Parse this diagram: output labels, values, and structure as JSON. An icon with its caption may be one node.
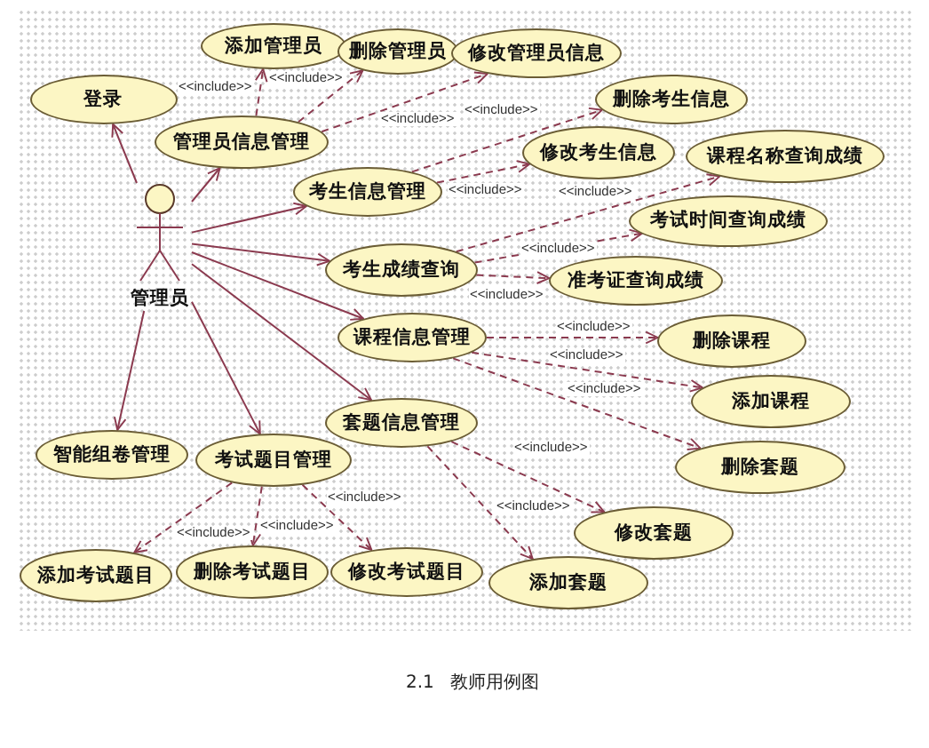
{
  "diagram": {
    "caption": "2.1 教师用例图",
    "nodes": [
      {
        "text": [
          "添加管理员"
        ]
      },
      {
        "text": [
          "删除管理员"
        ]
      },
      {
        "text": [
          "修改管理员信息"
        ]
      },
      {
        "text": [
          "删除考生信息"
        ]
      },
      {
        "text": [
          "登录"
        ]
      },
      {
        "text": [
          "管理员信息管理"
        ]
      },
      {
        "text": [
          "修改考生信息"
        ]
      },
      {
        "text": [
          "课程名称查询成绩"
        ]
      },
      {
        "text": [
          "考生信息管理"
        ]
      },
      {
        "text": [
          "考试时间查询成绩"
        ]
      },
      {
        "text": [],
        "shape": "person",
        "beside": [
          "管理员"
        ]
      },
      {
        "text": [
          "考生成绩查询"
        ]
      },
      {
        "text": [
          "准考证查询成绩"
        ]
      },
      {
        "text": [
          "课程信息管理"
        ]
      },
      {
        "text": [
          "删除课程"
        ]
      },
      {
        "text": [
          "添加课程"
        ]
      },
      {
        "text": [
          "套题信息管理"
        ]
      },
      {
        "text": [
          "智能组卷管理"
        ]
      },
      {
        "text": [
          "考试题目管理"
        ]
      },
      {
        "text": [
          "删除套题"
        ]
      },
      {
        "text": [
          "修改套题"
        ]
      },
      {
        "text": [
          "删除考试题目"
        ]
      },
      {
        "text": [
          "修改考试题目"
        ]
      },
      {
        "text": [
          "添加考试题目"
        ]
      },
      {
        "text": [
          "添加套题"
        ]
      }
    ],
    "edges": [
      {
        "from": 10,
        "to": 4,
        "arrow": "to"
      },
      {
        "from": 10,
        "to": 5,
        "arrow": "to"
      },
      {
        "from": 10,
        "to": 8,
        "arrow": "to"
      },
      {
        "from": 10,
        "to": 11,
        "arrow": "to"
      },
      {
        "from": 10,
        "to": 13,
        "arrow": "to"
      },
      {
        "from": 10,
        "to": 16,
        "arrow": "to"
      },
      {
        "from": 10,
        "to": 17,
        "arrow": "to"
      },
      {
        "from": 10,
        "to": 18,
        "arrow": "to"
      },
      {
        "from": 5,
        "to": 0,
        "arrow": "to",
        "style": "dashed",
        "label": "<<include>>"
      },
      {
        "from": 5,
        "to": 1,
        "arrow": "to",
        "style": "dashed",
        "label": "<<include>>"
      },
      {
        "from": 5,
        "to": 2,
        "arrow": "to",
        "style": "dashed",
        "label": "<<include>>"
      },
      {
        "from": 8,
        "to": 3,
        "arrow": "to",
        "style": "dashed",
        "label": "<<include>>"
      },
      {
        "from": 8,
        "to": 6,
        "arrow": "to",
        "style": "dashed",
        "label": "<<include>>"
      },
      {
        "from": 11,
        "to": 7,
        "arrow": "to",
        "style": "dashed",
        "label": "<<include>>"
      },
      {
        "from": 11,
        "to": 9,
        "arrow": "to",
        "style": "dashed",
        "label": "<<include>>"
      },
      {
        "from": 11,
        "to": 12,
        "arrow": "to",
        "style": "dashed",
        "label": "<<include>>"
      },
      {
        "from": 13,
        "to": 14,
        "arrow": "to",
        "style": "dashed",
        "label": "<<include>>"
      },
      {
        "from": 13,
        "to": 15,
        "arrow": "to",
        "style": "dashed",
        "label": "<<include>>"
      },
      {
        "from": 13,
        "to": 19,
        "arrow": "to",
        "style": "dashed",
        "label": "<<include>>"
      },
      {
        "from": 16,
        "to": 20,
        "arrow": "to",
        "style": "dashed",
        "label": "<<include>>"
      },
      {
        "from": 16,
        "to": 24,
        "arrow": "to",
        "style": "dashed",
        "label": "<<include>>"
      },
      {
        "from": 18,
        "to": 23,
        "arrow": "to",
        "style": "dashed",
        "label": "<<include>>"
      },
      {
        "from": 18,
        "to": 21,
        "arrow": "to",
        "style": "dashed",
        "label": "<<include>>"
      },
      {
        "from": 18,
        "to": 22,
        "arrow": "to",
        "style": "dashed",
        "label": "<<include>>"
      }
    ]
  }
}
